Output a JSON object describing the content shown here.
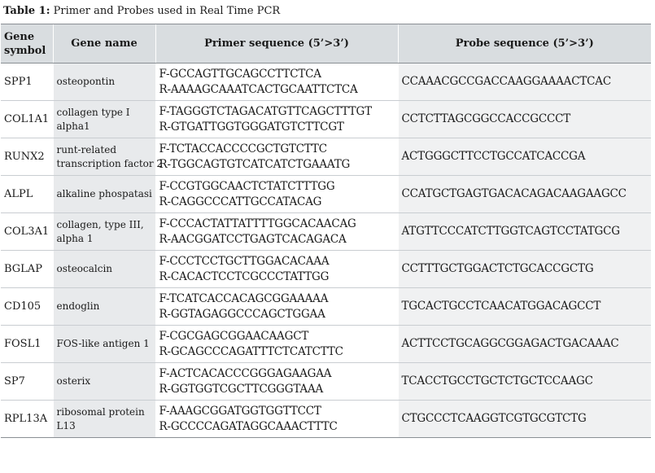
{
  "caption": {
    "label": "Table 1:",
    "text": "Primer and Probes used in Real Time PCR"
  },
  "headers": {
    "symbol_line1": "Gene",
    "symbol_line2": "symbol",
    "name": "Gene name",
    "primer": "Primer sequence (5’>3’)",
    "probe": "Probe sequence (5’>3’)"
  },
  "rows": [
    {
      "symbol": "SPP1",
      "name": [
        "osteopontin"
      ],
      "forward": "F-GCCAGTTGCAGCCTTCTCA",
      "reverse": "R-AAAAGCAAATCACTGCAATTCTCA",
      "probe": "CCAAACGCCGACCAAGGAAAACTCAC"
    },
    {
      "symbol": "COL1A1",
      "name": [
        "collagen type I",
        "alpha1"
      ],
      "forward": "F-TAGGGTCTAGACATGTTCAGCTTTGT",
      "reverse": "R-GTGATTGGTGGGATGTCTTCGT",
      "probe": "CCTCTTAGCGGCCACCGCCCT"
    },
    {
      "symbol": "RUNX2",
      "name": [
        "runt-related",
        "transcription factor 2"
      ],
      "forward": "F-TCTACCACCCCGCTGTCTTC",
      "reverse": "R-TGGCAGTGTCATCATCTGAAATG",
      "probe": "ACTGGGCTTCCTGCCATCACCGA"
    },
    {
      "symbol": "ALPL",
      "name": [
        "alkaline phospatasi"
      ],
      "forward": "F-CCGTGGCAACTCTATCTTTGG",
      "reverse": "R-CAGGCCCATTGCCATACAG",
      "probe": "CCATGCTGAGTGACACAGACAAGAAGCC"
    },
    {
      "symbol": "COL3A1",
      "name": [
        "collagen, type III,",
        "alpha 1"
      ],
      "forward": "F-CCCACTATTATTTTGGCACAACAG",
      "reverse": "R-AACGGATCCTGAGTCACAGACA",
      "probe": "ATGTTCCCATCTTGGTCAGTCCTATGCG"
    },
    {
      "symbol": "BGLAP",
      "name": [
        "osteocalcin"
      ],
      "forward": "F-CCCTCCTGCTTGGACACAAA",
      "reverse": "R-CACACTCCTCGCCCTATTGG",
      "probe": "CCTTTGCTGGACTCTGCACCGCTG"
    },
    {
      "symbol": "CD105",
      "name": [
        "endoglin"
      ],
      "forward": "F-TCATCACCACAGCGGAAAAA",
      "reverse": "R-GGTAGAGGCCCAGCTGGAA",
      "probe": "TGCACTGCCTCAACATGGACAGCCT"
    },
    {
      "symbol": "FOSL1",
      "name": [
        "FOS-like antigen 1"
      ],
      "forward": "F-CGCGAGCGGAACAAGCT",
      "reverse": "R-GCAGCCCAGATTTCTCATCTTC",
      "probe": "ACTTCCTGCAGGCGGAGACTGACAAAC"
    },
    {
      "symbol": "SP7",
      "name": [
        "osterix"
      ],
      "forward": "F-ACTCACACCCGGGAGAAGAA",
      "reverse": "R-GGTGGTCGCTTCGGGTAAA",
      "probe": "TCACCTGCCTGCTCTGCTCCAAGC"
    },
    {
      "symbol": "RPL13A",
      "name": [
        "ribosomal protein",
        "L13"
      ],
      "forward": "F-AAAGCGGATGGTGGTTCCT",
      "reverse": "R-GCCCCAGATAGGCAAACTTTC",
      "probe": "CTGCCCTCAAGGTCGTGCGTCTG"
    }
  ]
}
